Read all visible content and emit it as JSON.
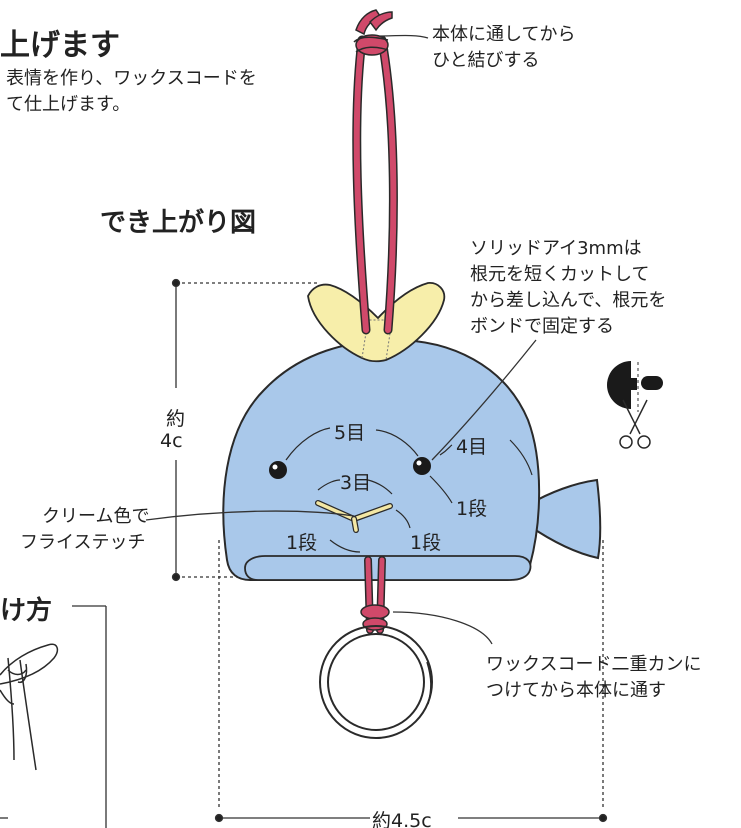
{
  "header": {
    "title_partial": "上げます",
    "intro_line1": "表情を作り、ワックスコードを",
    "intro_line2": "て仕上げます。"
  },
  "diagram": {
    "title": "でき上がり図",
    "notes": {
      "cord_knot_line1": "本体に通してから",
      "cord_knot_line2": "ひと結びする",
      "eye_line1": "ソリッドアイ3mmは",
      "eye_line2": "根元を短くカットして",
      "eye_line3": "から差し込んで、根元を",
      "eye_line4": "ボンドで固定する",
      "ring_line1": "ワックスコード二重カンに",
      "ring_line2": "つけてから本体に通す",
      "stitch_line1": "クリーム色で",
      "stitch_line2": "フライステッチ"
    },
    "labels": {
      "eye_gap": "5目",
      "side_gap": "4目",
      "mouth_width": "3目",
      "row_right": "1段",
      "row_lower_left": "1段",
      "row_lower_right": "1段"
    },
    "dimensions": {
      "height_line1": "約",
      "height_line2": "4c",
      "width": "約4.5c"
    },
    "colors": {
      "body": "#a9c8ea",
      "body_stroke": "#2a2a2a",
      "cord": "#d0496a",
      "tail_top": "#f7eeaa",
      "eye": "#1a1a1a",
      "stitch": "#f3e7a4"
    }
  },
  "side_section": {
    "title_partial": "け方"
  }
}
